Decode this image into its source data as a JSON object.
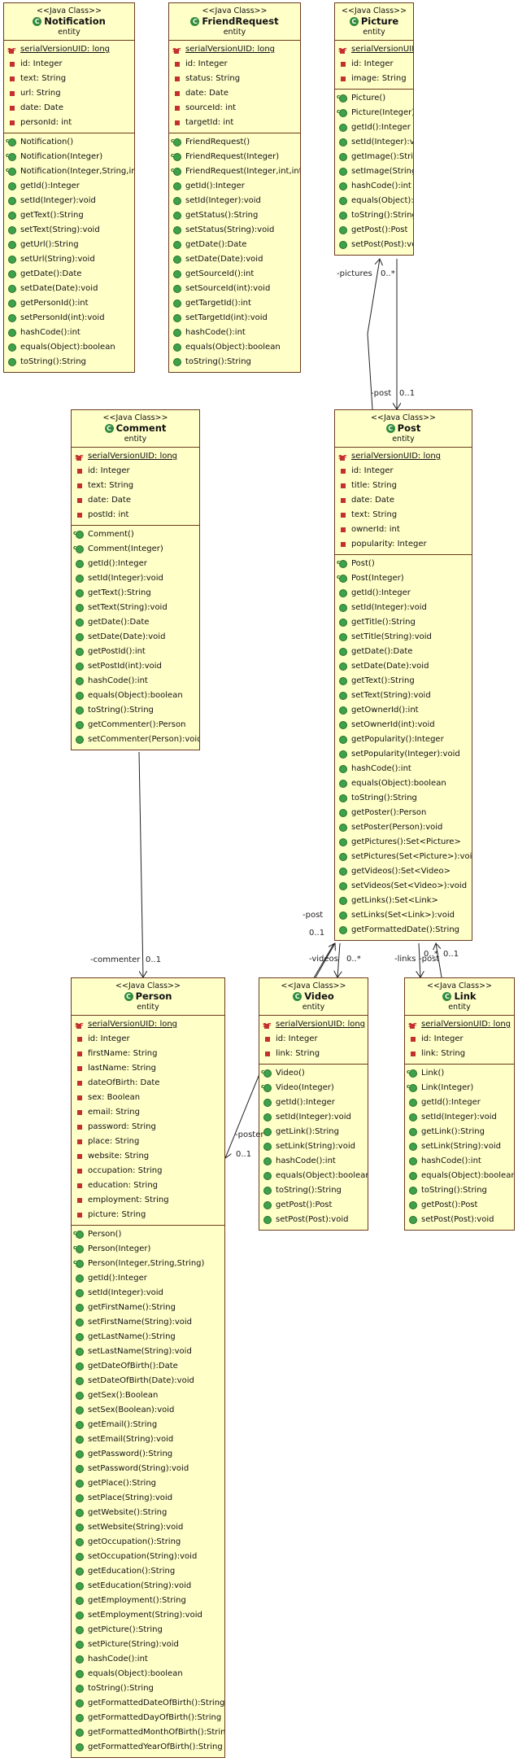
{
  "stereotype": "<<Java Class>>",
  "classes": {
    "notification": {
      "name": "Notification",
      "package": "entity",
      "attributes": [
        "serialVersionUID: long",
        "id: Integer",
        "text: String",
        "url: String",
        "date: Date",
        "personId: int"
      ],
      "constructors": [
        "Notification()",
        "Notification(Integer)",
        "Notification(Integer,String,int)"
      ],
      "methods": [
        "getId():Integer",
        "setId(Integer):void",
        "getText():String",
        "setText(String):void",
        "getUrl():String",
        "setUrl(String):void",
        "getDate():Date",
        "setDate(Date):void",
        "getPersonId():int",
        "setPersonId(int):void",
        "hashCode():int",
        "equals(Object):boolean",
        "toString():String"
      ]
    },
    "friendrequest": {
      "name": "FriendRequest",
      "package": "entity",
      "attributes": [
        "serialVersionUID: long",
        "id: Integer",
        "status: String",
        "date: Date",
        "sourceId: int",
        "targetId: int"
      ],
      "constructors": [
        "FriendRequest()",
        "FriendRequest(Integer)",
        "FriendRequest(Integer,int,int)"
      ],
      "methods": [
        "getId():Integer",
        "setId(Integer):void",
        "getStatus():String",
        "setStatus(String):void",
        "getDate():Date",
        "setDate(Date):void",
        "getSourceId():int",
        "setSourceId(int):void",
        "getTargetId():int",
        "setTargetId(int):void",
        "hashCode():int",
        "equals(Object):boolean",
        "toString():String"
      ]
    },
    "picture": {
      "name": "Picture",
      "package": "entity",
      "attributes": [
        "serialVersionUID: long",
        "id: Integer",
        "image: String"
      ],
      "constructors": [
        "Picture()",
        "Picture(Integer)"
      ],
      "methods": [
        "getId():Integer",
        "setId(Integer):void",
        "getImage():String",
        "setImage(String):void",
        "hashCode():int",
        "equals(Object):boolean",
        "toString():String",
        "getPost():Post",
        "setPost(Post):void"
      ]
    },
    "comment": {
      "name": "Comment",
      "package": "entity",
      "attributes": [
        "serialVersionUID: long",
        "id: Integer",
        "text: String",
        "date: Date",
        "postId: int"
      ],
      "constructors": [
        "Comment()",
        "Comment(Integer)"
      ],
      "methods": [
        "getId():Integer",
        "setId(Integer):void",
        "getText():String",
        "setText(String):void",
        "getDate():Date",
        "setDate(Date):void",
        "getPostId():int",
        "setPostId(int):void",
        "hashCode():int",
        "equals(Object):boolean",
        "toString():String",
        "getCommenter():Person",
        "setCommenter(Person):void"
      ]
    },
    "post": {
      "name": "Post",
      "package": "entity",
      "attributes": [
        "serialVersionUID: long",
        "id: Integer",
        "title: String",
        "date: Date",
        "text: String",
        "ownerId: int",
        "popularity: Integer"
      ],
      "constructors": [
        "Post()",
        "Post(Integer)"
      ],
      "methods": [
        "getId():Integer",
        "setId(Integer):void",
        "getTitle():String",
        "setTitle(String):void",
        "getDate():Date",
        "setDate(Date):void",
        "getText():String",
        "setText(String):void",
        "getOwnerId():int",
        "setOwnerId(int):void",
        "getPopularity():Integer",
        "setPopularity(Integer):void",
        "hashCode():int",
        "equals(Object):boolean",
        "toString():String",
        "getPoster():Person",
        "setPoster(Person):void",
        "getPictures():Set<Picture>",
        "setPictures(Set<Picture>):void",
        "getVideos():Set<Video>",
        "setVideos(Set<Video>):void",
        "getLinks():Set<Link>",
        "setLinks(Set<Link>):void",
        "getFormattedDate():String"
      ]
    },
    "person": {
      "name": "Person",
      "package": "entity",
      "attributes": [
        "serialVersionUID: long",
        "id: Integer",
        "firstName: String",
        "lastName: String",
        "dateOfBirth: Date",
        "sex: Boolean",
        "email: String",
        "password: String",
        "place: String",
        "website: String",
        "occupation: String",
        "education: String",
        "employment: String",
        "picture: String"
      ],
      "constructors": [
        "Person()",
        "Person(Integer)",
        "Person(Integer,String,String)"
      ],
      "methods": [
        "getId():Integer",
        "setId(Integer):void",
        "getFirstName():String",
        "setFirstName(String):void",
        "getLastName():String",
        "setLastName(String):void",
        "getDateOfBirth():Date",
        "setDateOfBirth(Date):void",
        "getSex():Boolean",
        "setSex(Boolean):void",
        "getEmail():String",
        "setEmail(String):void",
        "getPassword():String",
        "setPassword(String):void",
        "getPlace():String",
        "setPlace(String):void",
        "getWebsite():String",
        "setWebsite(String):void",
        "getOccupation():String",
        "setOccupation(String):void",
        "getEducation():String",
        "setEducation(String):void",
        "getEmployment():String",
        "setEmployment(String):void",
        "getPicture():String",
        "setPicture(String):void",
        "hashCode():int",
        "equals(Object):boolean",
        "toString():String",
        "getFormattedDateOfBirth():String",
        "getFormattedDayOfBirth():String",
        "getFormattedMonthOfBirth():String",
        "getFormattedYearOfBirth():String"
      ]
    },
    "video": {
      "name": "Video",
      "package": "entity",
      "attributes": [
        "serialVersionUID: long",
        "id: Integer",
        "link: String"
      ],
      "constructors": [
        "Video()",
        "Video(Integer)"
      ],
      "methods": [
        "getId():Integer",
        "setId(Integer):void",
        "getLink():String",
        "setLink(String):void",
        "hashCode():int",
        "equals(Object):boolean",
        "toString():String",
        "getPost():Post",
        "setPost(Post):void"
      ]
    },
    "link": {
      "name": "Link",
      "package": "entity",
      "attributes": [
        "serialVersionUID: long",
        "id: Integer",
        "link: String"
      ],
      "constructors": [
        "Link()",
        "Link(Integer)"
      ],
      "methods": [
        "getId():Integer",
        "setId(Integer):void",
        "getLink():String",
        "setLink(String):void",
        "hashCode():int",
        "equals(Object):boolean",
        "toString():String",
        "getPost():Post",
        "setPost(Post):void"
      ]
    }
  },
  "associations": {
    "pictures_role": "-pictures",
    "pictures_mult": "0..*",
    "picture_post_role": "-post",
    "picture_post_mult": "0..1",
    "commenter_role": "-commenter",
    "commenter_mult": "0..1",
    "video_post_role": "-post",
    "video_post_mult": "0..1",
    "videos_role": "-videos",
    "videos_mult": "0..*",
    "links_role": "-links",
    "links_mult": "0..*",
    "link_post_role": "-post",
    "link_post_mult": "0..1",
    "poster_role": "-poster",
    "poster_mult": "0..1"
  }
}
